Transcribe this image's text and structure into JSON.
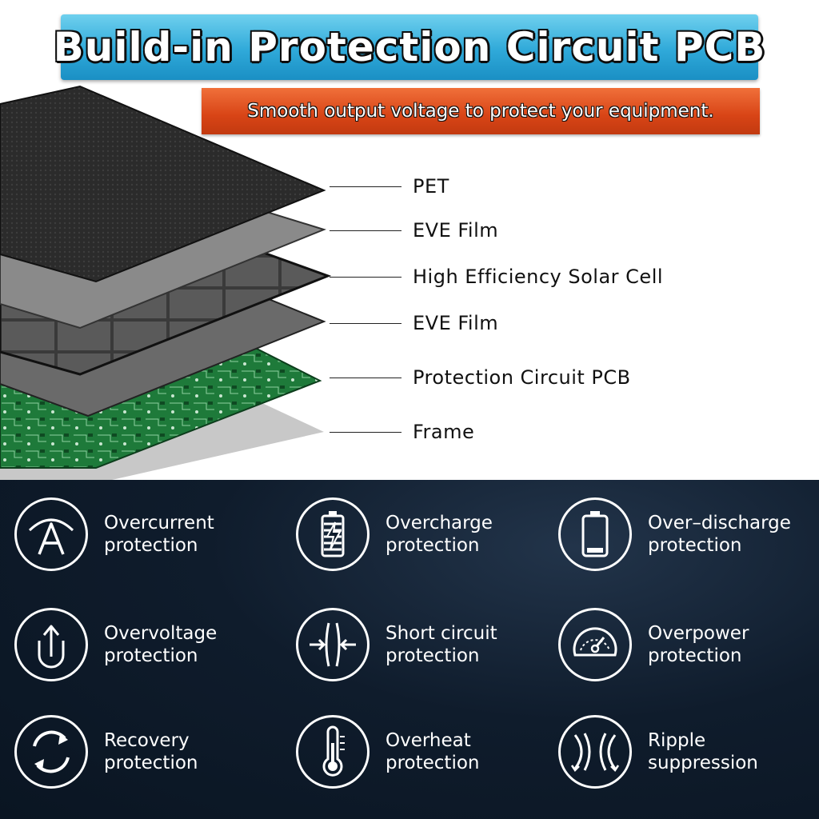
{
  "header": {
    "title": "Build-in Protection Circuit PCB",
    "subtitle": "Smooth output voltage to protect your equipment."
  },
  "layers": [
    {
      "label": "PET"
    },
    {
      "label": "EVE Film"
    },
    {
      "label": "High Efficiency Solar Cell"
    },
    {
      "label": "EVE Film"
    },
    {
      "label": "Protection Circuit PCB"
    },
    {
      "label": "Frame"
    }
  ],
  "features": [
    {
      "icon": "ammeter-icon",
      "line1": "Overcurrent",
      "line2": "protection"
    },
    {
      "icon": "battery-charging-icon",
      "line1": "Overcharge",
      "line2": "protection"
    },
    {
      "icon": "battery-low-icon",
      "line1": "Over–discharge",
      "line2": "protection"
    },
    {
      "icon": "u-turn-arrow-icon",
      "line1": "Overvoltage",
      "line2": "protection"
    },
    {
      "icon": "short-circuit-icon",
      "line1": "Short circuit",
      "line2": "protection"
    },
    {
      "icon": "speedometer-icon",
      "line1": "Overpower",
      "line2": "protection"
    },
    {
      "icon": "recycle-arrows-icon",
      "line1": "Recovery",
      "line2": "protection"
    },
    {
      "icon": "thermometer-icon",
      "line1": "Overheat",
      "line2": "protection"
    },
    {
      "icon": "ripple-icon",
      "line1": "Ripple",
      "line2": "suppression"
    }
  ],
  "colors": {
    "title_banner": "#2fa9d9",
    "subtitle_banner": "#d84416",
    "features_background": "#0f1c2c",
    "pcb_green": "#1e7a3a"
  }
}
